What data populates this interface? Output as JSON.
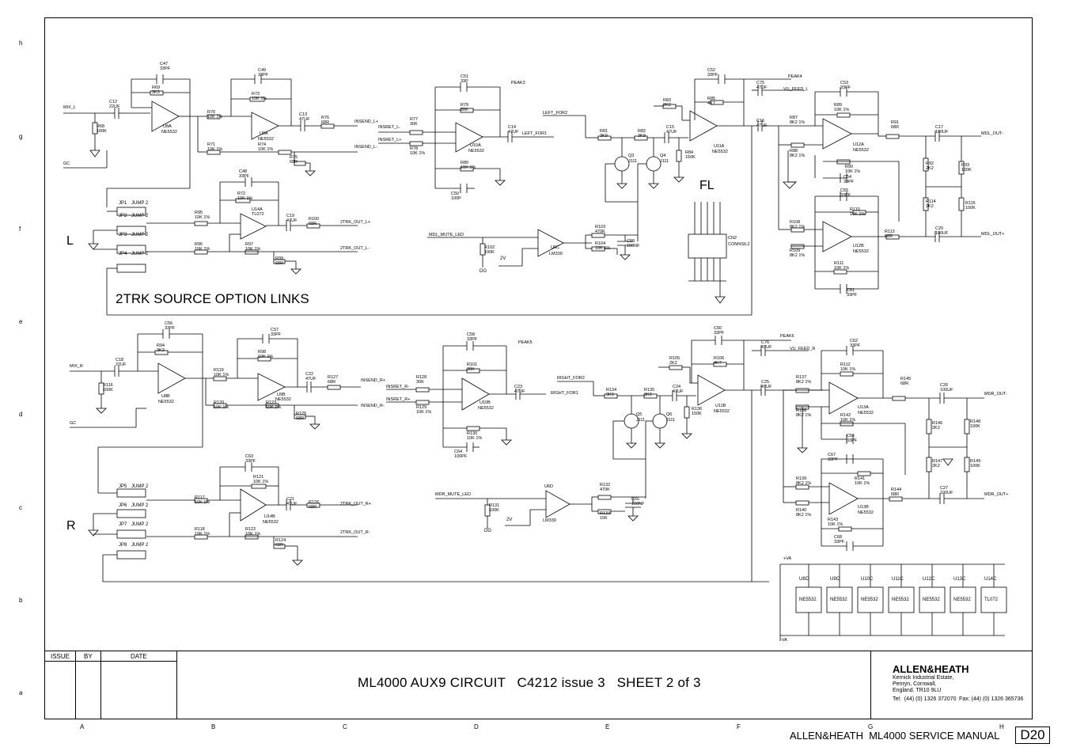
{
  "title": "ML4000 AUX9 CIRCUIT   C4212 issue 3   SHEET 2 of 3",
  "title_block": {
    "issue_label": "ISSUE",
    "by_label": "BY",
    "date_label": "DATE",
    "company": "ALLEN&HEATH",
    "address_line1": "Kernick Industrial Estate,",
    "address_line2": "Penryn, Cornwall,",
    "address_line3": "England. TR10 9LU",
    "tel": "Tel:  (44) (0) 1326 372070",
    "fax": "Fax: (44) (0) 1326 365736"
  },
  "footer": {
    "manual": "ALLEN&HEATH  ML4000 SERVICE MANUAL",
    "page": "D20"
  },
  "grid": {
    "columns": [
      "A",
      "B",
      "C",
      "D",
      "E",
      "F",
      "G",
      "H"
    ],
    "rows": [
      "h",
      "g",
      "f",
      "e",
      "d",
      "c",
      "b",
      "a"
    ]
  },
  "section_labels": {
    "left": "L",
    "right": "R",
    "links": "2TRK SOURCE OPTION LINKS",
    "fl": "FL"
  },
  "net_labels": {
    "mix_l": "MIX_L",
    "mix_r": "MIX_R",
    "gc1": "GC",
    "gc2": "GC",
    "insend_lp": "INSEND_L+",
    "insend_lm": "INSEND_L-",
    "insend_rp": "INSEND_R+",
    "insend_rm": "INSEND_R-",
    "insret_lm": "INSRET_L-",
    "insret_lp": "INSRET_L+",
    "insret_rm": "INSRET_R-",
    "insret_rp": "INSRET_R+",
    "trk_out_lp": "2TRK_OUT_L+",
    "trk_out_lm": "2TRK_OUT_L-",
    "trk_out_rp": "2TRK_OUT_R+",
    "trk_out_rm": "2TRK_OUT_R-",
    "left_for1": "LEFT_FOR1",
    "left_for2": "LEFT_FOR2",
    "right_for1": "RIGHT_FOR1",
    "right_for2": "RIGHT_FOR2",
    "peak3": "PEAK3",
    "peak4": "PEAK4",
    "peak5": "PEAK5",
    "peak6": "PEAK6",
    "vu_feed_l": "VU_FEED_L",
    "vu_feed_r": "VU_FEED_R",
    "mdl_out_m": "MDL_OUT-",
    "mdl_out_p": "MDL_OUT+",
    "mdr_out_m": "MDR_OUT-",
    "mdr_out_p": "MDR_OUT+",
    "mdl_mute": "MDL_MUTE_LED",
    "mdr_mute": "MDR_MUTE_LED",
    "plus_va": "+VA",
    "minus_va": "-VA"
  },
  "ic_labels": {
    "u8a": "U8A",
    "u8a_t": "NE5532",
    "u9a": "U9A",
    "u9a_t": "NE5532",
    "u14a": "U14A",
    "u14a_t": "TL072",
    "u10a": "U10A",
    "u10a_t": "NE5532",
    "u11a": "U11A",
    "u11a_t": "NE5532",
    "u12a": "U12A",
    "u12a_t": "NE5532",
    "u12b": "U12B",
    "u12b_t": "NE5532",
    "u6c": "U6C",
    "u6c_t": "LM339",
    "q3": "Q3",
    "q3_t": "J111",
    "q4": "Q4",
    "q4_t": "J111",
    "u8b": "U8B",
    "u8b_t": "NE5532",
    "u9b": "U9B",
    "u9b_t": "NE5532",
    "u14b": "U14B",
    "u14b_t": "NE5532",
    "u10b": "U10B",
    "u10b_t": "NE5532",
    "u11b": "U11B",
    "u11b_t": "NE5532",
    "u13a": "U13A",
    "u13a_t": "NE5532",
    "u13b": "U13B",
    "u13b_t": "NE5532",
    "u6d": "U6D",
    "u6d_t": "LM339",
    "q5": "Q5",
    "q5_t": "J111",
    "q6": "Q6",
    "q6_t": "J111",
    "cn2": "CN2",
    "cn2_t": "CONNSIL2"
  },
  "jumpers_l": [
    {
      "ref": "JP1",
      "name": "JUMP 2"
    },
    {
      "ref": "JP2",
      "name": "JUMP 2"
    },
    {
      "ref": "JP3",
      "name": "JUMP 2"
    },
    {
      "ref": "JP4",
      "name": "JUMP 2"
    }
  ],
  "jumpers_r": [
    {
      "ref": "JP5",
      "name": "JUMP 2"
    },
    {
      "ref": "JP6",
      "name": "JUMP 2"
    },
    {
      "ref": "JP7",
      "name": "JUMP 2"
    },
    {
      "ref": "JP8",
      "name": "JUMP 2"
    }
  ],
  "components_top": [
    {
      "ref": "C47",
      "val": "33PF"
    },
    {
      "ref": "R69",
      "val": "3K3"
    },
    {
      "ref": "C12",
      "val": "22UF"
    },
    {
      "ref": "R68",
      "val": "100K"
    },
    {
      "ref": "R70",
      "val": "10K 1%"
    },
    {
      "ref": "R71",
      "val": "10K 1%"
    },
    {
      "ref": "C49",
      "val": "33PF"
    },
    {
      "ref": "R73",
      "val": "10K 1%"
    },
    {
      "ref": "R74",
      "val": "10K 1%"
    },
    {
      "ref": "R75",
      "val": "68R"
    },
    {
      "ref": "C13",
      "val": "47UF"
    },
    {
      "ref": "R76",
      "val": "68R"
    },
    {
      "ref": "C48",
      "val": "33PF"
    },
    {
      "ref": "R72",
      "val": "10K 1%"
    },
    {
      "ref": "R95",
      "val": "10K 1%"
    },
    {
      "ref": "R96",
      "val": "10K 1%"
    },
    {
      "ref": "R97",
      "val": "10K 1%"
    },
    {
      "ref": "R99",
      "val": "68R"
    },
    {
      "ref": "C19",
      "val": "47UF"
    },
    {
      "ref": "R100",
      "val": "68R"
    },
    {
      "ref": "C51",
      "val": "33P"
    },
    {
      "ref": "R79",
      "val": "30K"
    },
    {
      "ref": "R77",
      "val": "30K"
    },
    {
      "ref": "R78",
      "val": "10K 1%"
    },
    {
      "ref": "C14",
      "val": "47UF"
    },
    {
      "ref": "R80",
      "val": "10K 1%"
    },
    {
      "ref": "C50",
      "val": "100P"
    },
    {
      "ref": "R102",
      "val": "100K"
    },
    {
      "ref": "R103",
      "val": "470K"
    },
    {
      "ref": "R104",
      "val": "10K 1%"
    },
    {
      "ref": "C59",
      "val": "100NF"
    },
    {
      "ref": "R81",
      "val": "3K9"
    },
    {
      "ref": "R82",
      "val": "3K9"
    },
    {
      "ref": "C15",
      "val": "47UF"
    },
    {
      "ref": "R84",
      "val": "150K"
    },
    {
      "ref": "R83",
      "val": "2K2"
    },
    {
      "ref": "C52",
      "val": "33PF"
    },
    {
      "ref": "R85",
      "val": "4K7"
    },
    {
      "ref": "C75",
      "val": "47UF"
    },
    {
      "ref": "C16",
      "val": "47UF"
    },
    {
      "ref": "R87",
      "val": "8K2 1%"
    },
    {
      "ref": "R88",
      "val": "8K2 1%"
    },
    {
      "ref": "C53",
      "val": "33PF"
    },
    {
      "ref": "R89",
      "val": "10K 1%"
    },
    {
      "ref": "R90",
      "val": "10K 1%"
    },
    {
      "ref": "C54",
      "val": "33PF"
    },
    {
      "ref": "R91",
      "val": "68R"
    },
    {
      "ref": "C17",
      "val": "100UF"
    },
    {
      "ref": "R92",
      "val": "2K2"
    },
    {
      "ref": "R93",
      "val": "100K"
    },
    {
      "ref": "R114",
      "val": "2K2"
    },
    {
      "ref": "R115",
      "val": "100K"
    },
    {
      "ref": "C55",
      "val": "33PF"
    },
    {
      "ref": "R110",
      "val": "10K 1%"
    },
    {
      "ref": "R108",
      "val": "8K2 1%"
    },
    {
      "ref": "R109",
      "val": "8K2 1%"
    },
    {
      "ref": "R113",
      "val": "68R"
    },
    {
      "ref": "C20",
      "val": "100UF"
    },
    {
      "ref": "R111",
      "val": "10K 1%"
    },
    {
      "ref": "C61",
      "val": "33PF"
    }
  ],
  "components_bottom": [
    {
      "ref": "C56",
      "val": "33PF"
    },
    {
      "ref": "R94",
      "val": "3K3"
    },
    {
      "ref": "C18",
      "val": "22UF"
    },
    {
      "ref": "R116",
      "val": "100K"
    },
    {
      "ref": "R119",
      "val": "10K 1%"
    },
    {
      "ref": "R120",
      "val": "10K 1%"
    },
    {
      "ref": "C57",
      "val": "33PF"
    },
    {
      "ref": "R98",
      "val": "10K 1%"
    },
    {
      "ref": "R123",
      "val": "10K 1%"
    },
    {
      "ref": "R125",
      "val": "68R"
    },
    {
      "ref": "C22",
      "val": "47UF"
    },
    {
      "ref": "R127",
      "val": "68R"
    },
    {
      "ref": "C63",
      "val": "33PF"
    },
    {
      "ref": "R121",
      "val": "10K 1%"
    },
    {
      "ref": "R117",
      "val": "10K 1%"
    },
    {
      "ref": "R118",
      "val": "10K 1%"
    },
    {
      "ref": "R122",
      "val": "10K 1%"
    },
    {
      "ref": "R124",
      "val": "68R"
    },
    {
      "ref": "C21",
      "val": "47UF"
    },
    {
      "ref": "R126",
      "val": "68R"
    },
    {
      "ref": "C58",
      "val": "33PF"
    },
    {
      "ref": "R101",
      "val": "30K"
    },
    {
      "ref": "R128",
      "val": "30K"
    },
    {
      "ref": "R129",
      "val": "10K 1%"
    },
    {
      "ref": "C23",
      "val": "47UF"
    },
    {
      "ref": "R130",
      "val": "10K 1%"
    },
    {
      "ref": "C64",
      "val": "100PF"
    },
    {
      "ref": "R131",
      "val": "100K"
    },
    {
      "ref": "R132",
      "val": "470K"
    },
    {
      "ref": "R133",
      "val": "10K"
    },
    {
      "ref": "C65",
      "val": "100NF"
    },
    {
      "ref": "R134",
      "val": "3K9"
    },
    {
      "ref": "R135",
      "val": "3K9"
    },
    {
      "ref": "C24",
      "val": "47UF"
    },
    {
      "ref": "R136",
      "val": "150K"
    },
    {
      "ref": "R105",
      "val": "2K2"
    },
    {
      "ref": "C60",
      "val": "33PF"
    },
    {
      "ref": "R106",
      "val": "4K7"
    },
    {
      "ref": "C76",
      "val": "47UF"
    },
    {
      "ref": "C25",
      "val": "47UF"
    },
    {
      "ref": "R137",
      "val": "8K2 1%"
    },
    {
      "ref": "R138",
      "val": "8K2 1%"
    },
    {
      "ref": "C62",
      "val": "33PF"
    },
    {
      "ref": "R112",
      "val": "10K 1%"
    },
    {
      "ref": "R142",
      "val": "10K 1%"
    },
    {
      "ref": "C66",
      "val": "33PF"
    },
    {
      "ref": "R145",
      "val": "68R"
    },
    {
      "ref": "C26",
      "val": "100UF"
    },
    {
      "ref": "R146",
      "val": "2K2"
    },
    {
      "ref": "R148",
      "val": "100K"
    },
    {
      "ref": "R147",
      "val": "2K2"
    },
    {
      "ref": "R149",
      "val": "100K"
    },
    {
      "ref": "C67",
      "val": "33PF"
    },
    {
      "ref": "R141",
      "val": "10K 1%"
    },
    {
      "ref": "R139",
      "val": "8K2 1%"
    },
    {
      "ref": "R140",
      "val": "8K2 1%"
    },
    {
      "ref": "R144",
      "val": "68R"
    },
    {
      "ref": "C27",
      "val": "100UF"
    },
    {
      "ref": "R143",
      "val": "10K 1%"
    },
    {
      "ref": "C68",
      "val": "33PF"
    }
  ],
  "power_ics": [
    {
      "ref": "U8C",
      "type": "NE5532"
    },
    {
      "ref": "U9C",
      "type": "NE5532"
    },
    {
      "ref": "U10C",
      "type": "NE5532"
    },
    {
      "ref": "U11C",
      "type": "NE5532"
    },
    {
      "ref": "U12C",
      "type": "NE5532"
    },
    {
      "ref": "U13C",
      "type": "NE5532"
    },
    {
      "ref": "U14C",
      "type": "TL072"
    }
  ],
  "misc": {
    "dg1": "DG",
    "dg2": "DG",
    "v2a": "2V",
    "v2b": "2V"
  }
}
